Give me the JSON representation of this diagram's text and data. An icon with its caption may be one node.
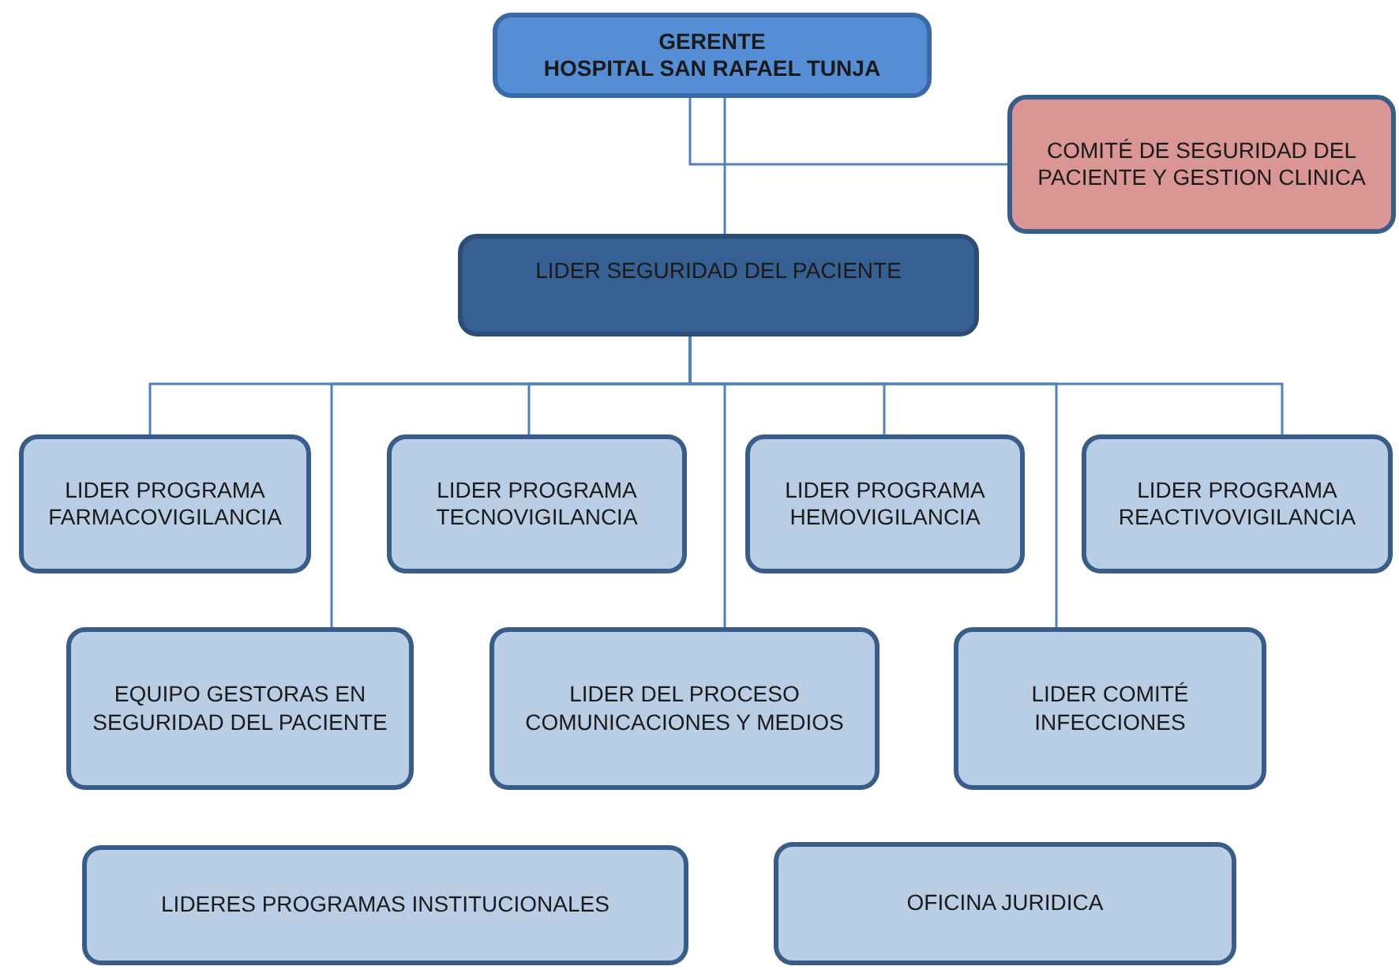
{
  "diagram": {
    "nodes": [
      {
        "text": [
          "GERENTE",
          "HOSPITAL SAN RAFAEL TUNJA"
        ]
      },
      {
        "text": [
          "COMITÉ DE SEGURIDAD DEL PACIENTE Y GESTION CLINICA"
        ]
      },
      {
        "text": [
          "LIDER SEGURIDAD DEL PACIENTE"
        ]
      },
      {
        "text": [
          "LIDER PROGRAMA FARMACOVIGILANCIA"
        ]
      },
      {
        "text": [
          "LIDER PROGRAMA TECNOVIGILANCIA"
        ]
      },
      {
        "text": [
          "LIDER PROGRAMA HEMOVIGILANCIA"
        ]
      },
      {
        "text": [
          "LIDER PROGRAMA REACTIVOVIGILANCIA"
        ]
      },
      {
        "text": [
          "EQUIPO GESTORAS EN SEGURIDAD DEL PACIENTE"
        ]
      },
      {
        "text": [
          "LIDER DEL PROCESO COMUNICACIONES Y MEDIOS"
        ]
      },
      {
        "text": [
          "LIDER COMITÉ INFECCIONES"
        ]
      },
      {
        "text": [
          "LIDERES PROGRAMAS INSTITUCIONALES"
        ]
      },
      {
        "text": [
          "OFICINA JURIDICA"
        ]
      }
    ],
    "edges": [
      {
        "from": 0,
        "to": 2,
        "arrow": "none"
      },
      {
        "from": 1,
        "to": 0,
        "arrow": "none"
      },
      {
        "from": 2,
        "to": 3,
        "arrow": "none"
      },
      {
        "from": 2,
        "to": 4,
        "arrow": "none"
      },
      {
        "from": 2,
        "to": 5,
        "arrow": "none"
      },
      {
        "from": 2,
        "to": 6,
        "arrow": "none"
      },
      {
        "from": 2,
        "to": 7,
        "arrow": "none"
      },
      {
        "from": 2,
        "to": 8,
        "arrow": "none"
      },
      {
        "from": 2,
        "to": 9,
        "arrow": "none"
      }
    ]
  }
}
